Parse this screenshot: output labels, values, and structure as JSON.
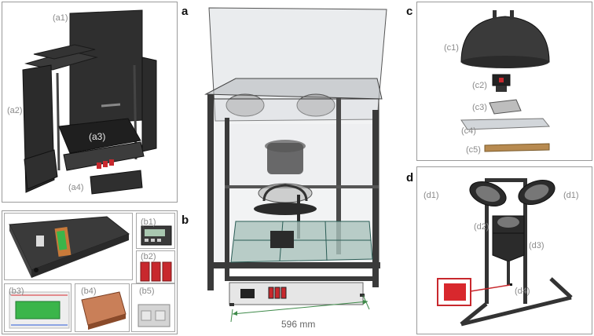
{
  "panels": {
    "a": "a",
    "b": "b",
    "c": "c",
    "d": "d"
  },
  "labels": {
    "a1": "(a1)",
    "a2": "(a2)",
    "a3": "(a3)",
    "a4": "(a4)",
    "b1": "(b1)",
    "b2": "(b2)",
    "b3": "(b3)",
    "b4": "(b4)",
    "b5": "(b5)",
    "c1": "(c1)",
    "c2": "(c2)",
    "c3": "(c3)",
    "c4": "(c4)",
    "c5": "(c5)",
    "d1_left": "(d1)",
    "d1_right": "(d1)",
    "d2": "(d2)",
    "d3": "(d3)",
    "d4": "(d4)"
  },
  "dimension": "596 mm",
  "colors": {
    "frame": "#3a3a3a",
    "dark_panel": "#2b2b2b",
    "glass": "#d9dde0",
    "dim_line": "#3f8a4a",
    "relay_red": "#c8282d",
    "board_green": "#3bb54a",
    "board_red": "#d8282d",
    "heater_tan": "#b78a50"
  }
}
